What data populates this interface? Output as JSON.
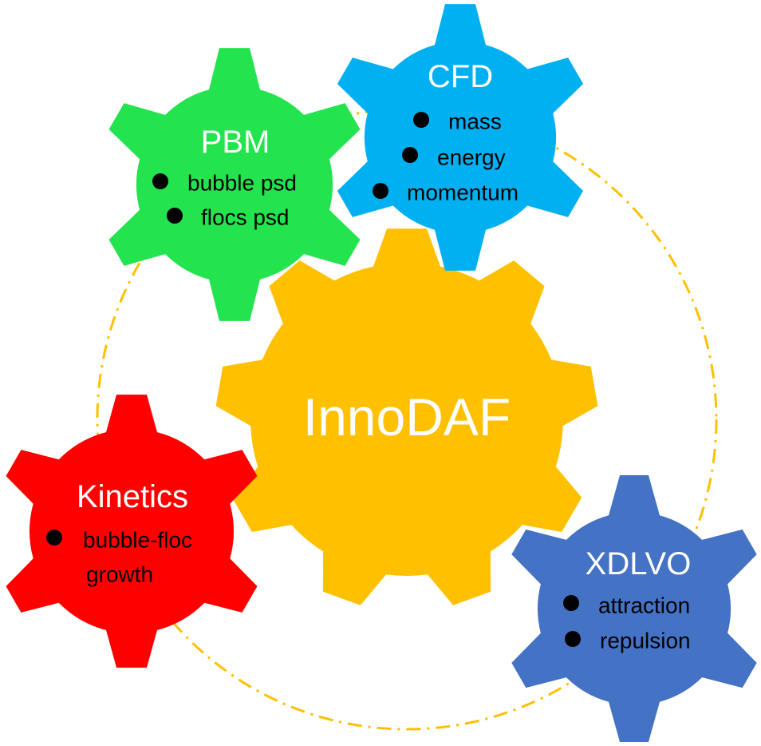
{
  "colors": {
    "innodaf": "#FFC000",
    "pbm": "#23E34E",
    "cfd": "#00B0F0",
    "kinetics": "#FF0000",
    "xdlvo": "#4472C4",
    "ring": "#FFC000"
  },
  "center": {
    "title": "InnoDAF"
  },
  "pbm": {
    "title": "PBM",
    "items": [
      "bubble psd",
      "flocs psd"
    ]
  },
  "cfd": {
    "title": "CFD",
    "items": [
      "mass",
      "energy",
      "momentum"
    ]
  },
  "kinetics": {
    "title": "Kinetics",
    "items": [
      "bubble-floc",
      "growth"
    ]
  },
  "xdlvo": {
    "title": "XDLVO",
    "items": [
      "attraction",
      "repulsion"
    ]
  }
}
